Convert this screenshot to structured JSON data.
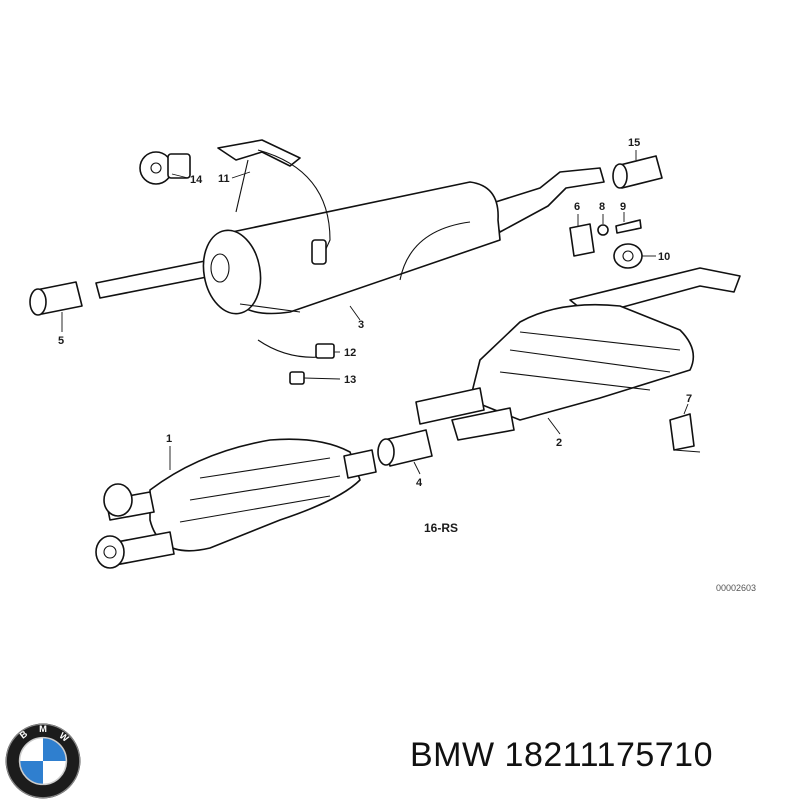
{
  "diagram": {
    "callouts": [
      "1",
      "2",
      "3",
      "4",
      "5",
      "6",
      "7",
      "8",
      "9",
      "10",
      "11",
      "12",
      "13",
      "14",
      "15"
    ],
    "model_code": "16-RS",
    "drawing_number": "00002603"
  },
  "logo": {
    "letters": "BMW",
    "colors": {
      "ring": "#1c1c1c",
      "blue": "#2f7fcf",
      "white": "#ffffff"
    }
  },
  "caption": {
    "brand": "BMW",
    "part_number": "18211175710"
  }
}
